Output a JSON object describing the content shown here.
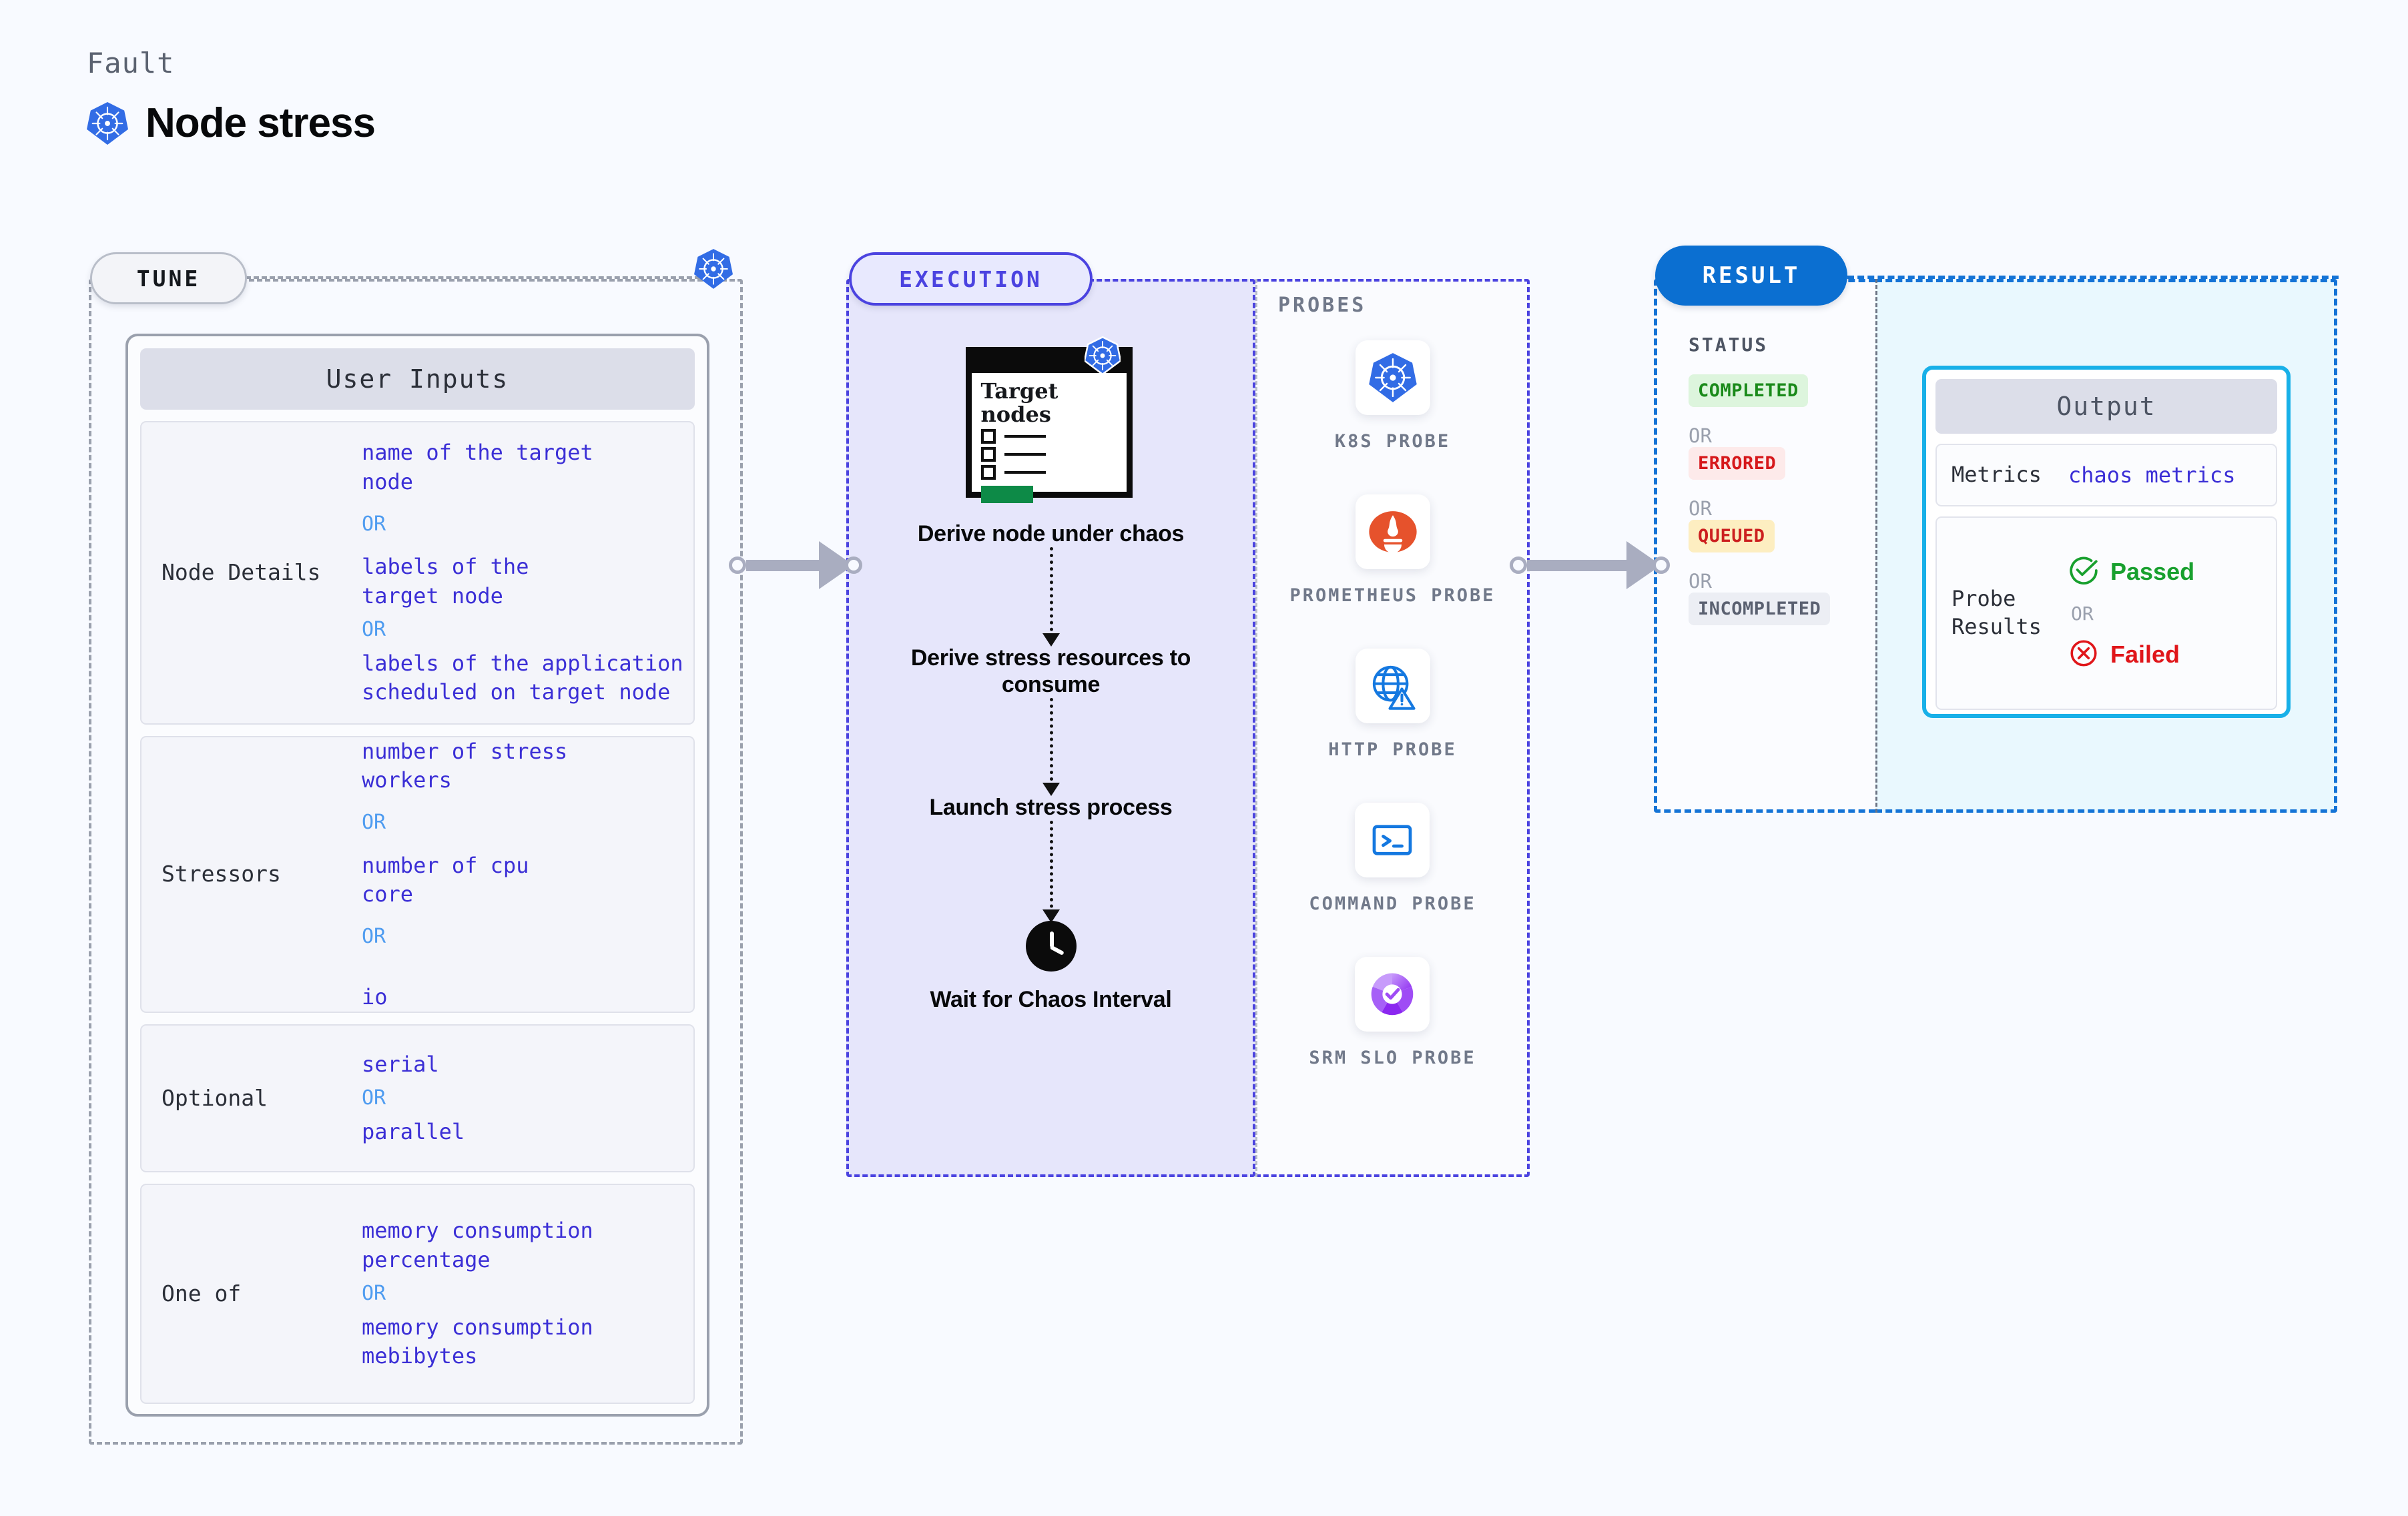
{
  "header": {
    "kicker": "Fault",
    "title": "Node stress",
    "logo_icon": "kubernetes-icon"
  },
  "colors": {
    "background": "#f8faff",
    "tune_border": "#9aa0ad",
    "execution_border": "#4b43e0",
    "execution_fill": "#e6e6fb",
    "result_border": "#1473d6",
    "result_pill": "#0b6fd1",
    "output_card_border": "#18b0e8",
    "value_text": "#3b2fd6",
    "or_text": "#4f9cf0",
    "passed": "#18a02e",
    "failed": "#e0161a"
  },
  "tune": {
    "pill_label": "TUNE",
    "badge_icon": "kubernetes-icon",
    "card": {
      "header": "User Inputs",
      "groups": [
        {
          "label": "Node Details",
          "values": [
            "name of the target",
            "node",
            "OR",
            "labels of the",
            "target node",
            "OR",
            "labels of the application",
            " scheduled on target node"
          ],
          "rows": [
            {
              "type": "val",
              "lines": [
                "name of the target",
                "node"
              ]
            },
            {
              "type": "or",
              "lines": [
                "OR"
              ]
            },
            {
              "type": "val",
              "lines": [
                "labels of the",
                "target node"
              ]
            },
            {
              "type": "or",
              "lines": [
                "OR"
              ]
            },
            {
              "type": "val",
              "lines": [
                "labels of the application",
                " scheduled on target node"
              ]
            }
          ]
        },
        {
          "label": "Stressors",
          "rows": [
            {
              "type": "val",
              "lines": [
                "number of stress",
                "workers"
              ]
            },
            {
              "type": "or",
              "lines": [
                "OR"
              ]
            },
            {
              "type": "val",
              "lines": [
                "number of cpu",
                "core"
              ]
            },
            {
              "type": "or",
              "lines": [
                "OR"
              ]
            },
            {
              "type": "val",
              "lines": [
                "io"
              ]
            }
          ]
        },
        {
          "label": "Optional",
          "rows": [
            {
              "type": "val",
              "lines": [
                "serial"
              ]
            },
            {
              "type": "or",
              "lines": [
                "OR"
              ]
            },
            {
              "type": "val",
              "lines": [
                "parallel"
              ]
            }
          ]
        },
        {
          "label": "One of",
          "rows": [
            {
              "type": "val",
              "lines": [
                "memory consumption",
                "percentage"
              ]
            },
            {
              "type": "or",
              "lines": [
                "OR"
              ]
            },
            {
              "type": "val",
              "lines": [
                "memory consumption",
                "mebibytes"
              ]
            }
          ]
        }
      ]
    }
  },
  "execution": {
    "pill_label": "EXECUTION",
    "target_card": {
      "title_line1": "Target",
      "title_line2": "nodes",
      "checkbox_count": 3,
      "badge_icon": "kubernetes-icon"
    },
    "steps": [
      "Derive node under chaos",
      "Derive stress resources to consume",
      "Launch stress process",
      "Wait for Chaos Interval"
    ],
    "final_icon": "clock-icon"
  },
  "probes": {
    "section_label": "PROBES",
    "items": [
      {
        "label": "K8S PROBE",
        "icon": "kubernetes-icon"
      },
      {
        "label": "PROMETHEUS PROBE",
        "icon": "prometheus-icon"
      },
      {
        "label": "HTTP PROBE",
        "icon": "globe-warning-icon"
      },
      {
        "label": "COMMAND PROBE",
        "icon": "terminal-icon"
      },
      {
        "label": "SRM SLO PROBE",
        "icon": "srm-slo-icon"
      }
    ]
  },
  "result": {
    "pill_label": "RESULT",
    "status_title": "STATUS",
    "or_label": "OR",
    "statuses": [
      {
        "label": "COMPLETED",
        "bg": "#ddf5dd",
        "fg": "#1a8a1a"
      },
      {
        "label": "ERRORED",
        "bg": "#fdeaea",
        "fg": "#d6181b"
      },
      {
        "label": "QUEUED",
        "bg": "#fdeec1",
        "fg": "#cc1f1f"
      },
      {
        "label": "INCOMPLETED",
        "bg": "#eceef4",
        "fg": "#5a6070"
      }
    ],
    "output": {
      "header": "Output",
      "metrics_label": "Metrics",
      "metrics_value": "chaos metrics",
      "probe_results_label": "Probe Results",
      "passed_label": "Passed",
      "failed_label": "Failed",
      "or_label": "OR",
      "passed_icon": "check-circle-icon",
      "failed_icon": "x-circle-icon"
    }
  },
  "connectors": {
    "tune_to_execution": "arrow-right",
    "execution_to_result": "arrow-right"
  }
}
